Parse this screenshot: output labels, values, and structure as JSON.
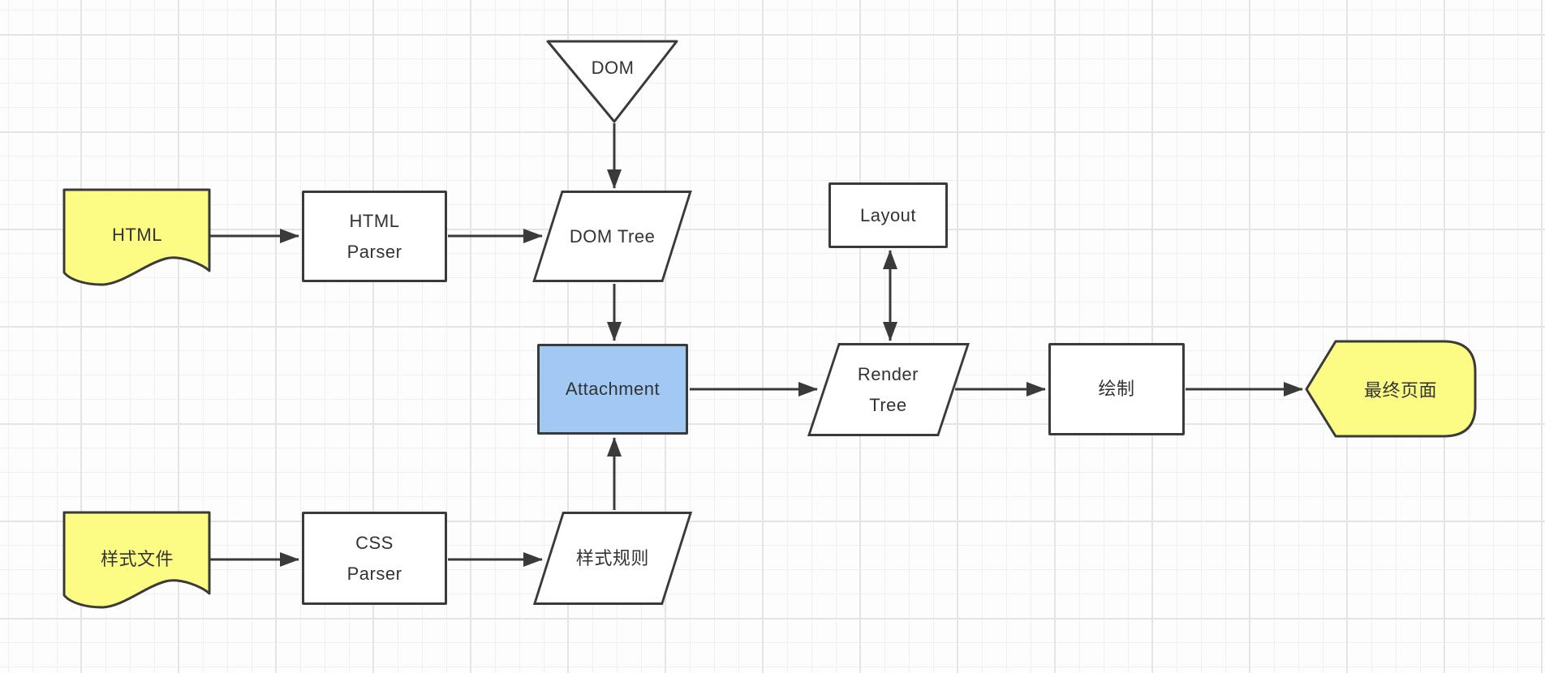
{
  "nodes": {
    "dom": {
      "label": "DOM",
      "shape": "inverted-triangle",
      "fill": "#ffffff"
    },
    "html_doc": {
      "label": "HTML",
      "shape": "document",
      "fill": "#fcfc85"
    },
    "html_parser": {
      "line1": "HTML",
      "line2": "Parser",
      "shape": "rectangle",
      "fill": "#ffffff"
    },
    "dom_tree": {
      "label": "DOM Tree",
      "shape": "parallelogram",
      "fill": "#ffffff"
    },
    "attachment": {
      "label": "Attachment",
      "shape": "rectangle",
      "fill": "#a2c9f4"
    },
    "layout": {
      "label": "Layout",
      "shape": "rectangle",
      "fill": "#ffffff"
    },
    "render_tree": {
      "line1": "Render",
      "line2": "Tree",
      "shape": "parallelogram",
      "fill": "#ffffff"
    },
    "paint": {
      "label": "绘制",
      "shape": "rectangle",
      "fill": "#ffffff"
    },
    "final_page": {
      "label": "最终页面",
      "shape": "display",
      "fill": "#fcfc85"
    },
    "style_doc": {
      "label": "样式文件",
      "shape": "document",
      "fill": "#fcfc85"
    },
    "css_parser": {
      "line1": "CSS",
      "line2": "Parser",
      "shape": "rectangle",
      "fill": "#ffffff"
    },
    "style_rules": {
      "label": "样式规则",
      "shape": "parallelogram",
      "fill": "#ffffff"
    }
  },
  "edges": [
    {
      "from": "dom",
      "to": "dom_tree",
      "type": "arrow"
    },
    {
      "from": "html_doc",
      "to": "html_parser",
      "type": "arrow"
    },
    {
      "from": "html_parser",
      "to": "dom_tree",
      "type": "arrow"
    },
    {
      "from": "dom_tree",
      "to": "attachment",
      "type": "arrow"
    },
    {
      "from": "style_doc",
      "to": "css_parser",
      "type": "arrow"
    },
    {
      "from": "css_parser",
      "to": "style_rules",
      "type": "arrow"
    },
    {
      "from": "style_rules",
      "to": "attachment",
      "type": "arrow"
    },
    {
      "from": "attachment",
      "to": "render_tree",
      "type": "arrow"
    },
    {
      "from": "layout",
      "to": "render_tree",
      "type": "double-arrow"
    },
    {
      "from": "render_tree",
      "to": "paint",
      "type": "arrow"
    },
    {
      "from": "paint",
      "to": "final_page",
      "type": "arrow"
    }
  ],
  "colors": {
    "stroke": "#3a3a3a",
    "text": "#333333",
    "node_yellow": "#fcfc85",
    "node_blue": "#a2c9f4",
    "node_white": "#ffffff",
    "grid_minor": "#f0f0f2",
    "grid_major": "#e4e4e7",
    "canvas_bg": "#fdfdfd"
  }
}
